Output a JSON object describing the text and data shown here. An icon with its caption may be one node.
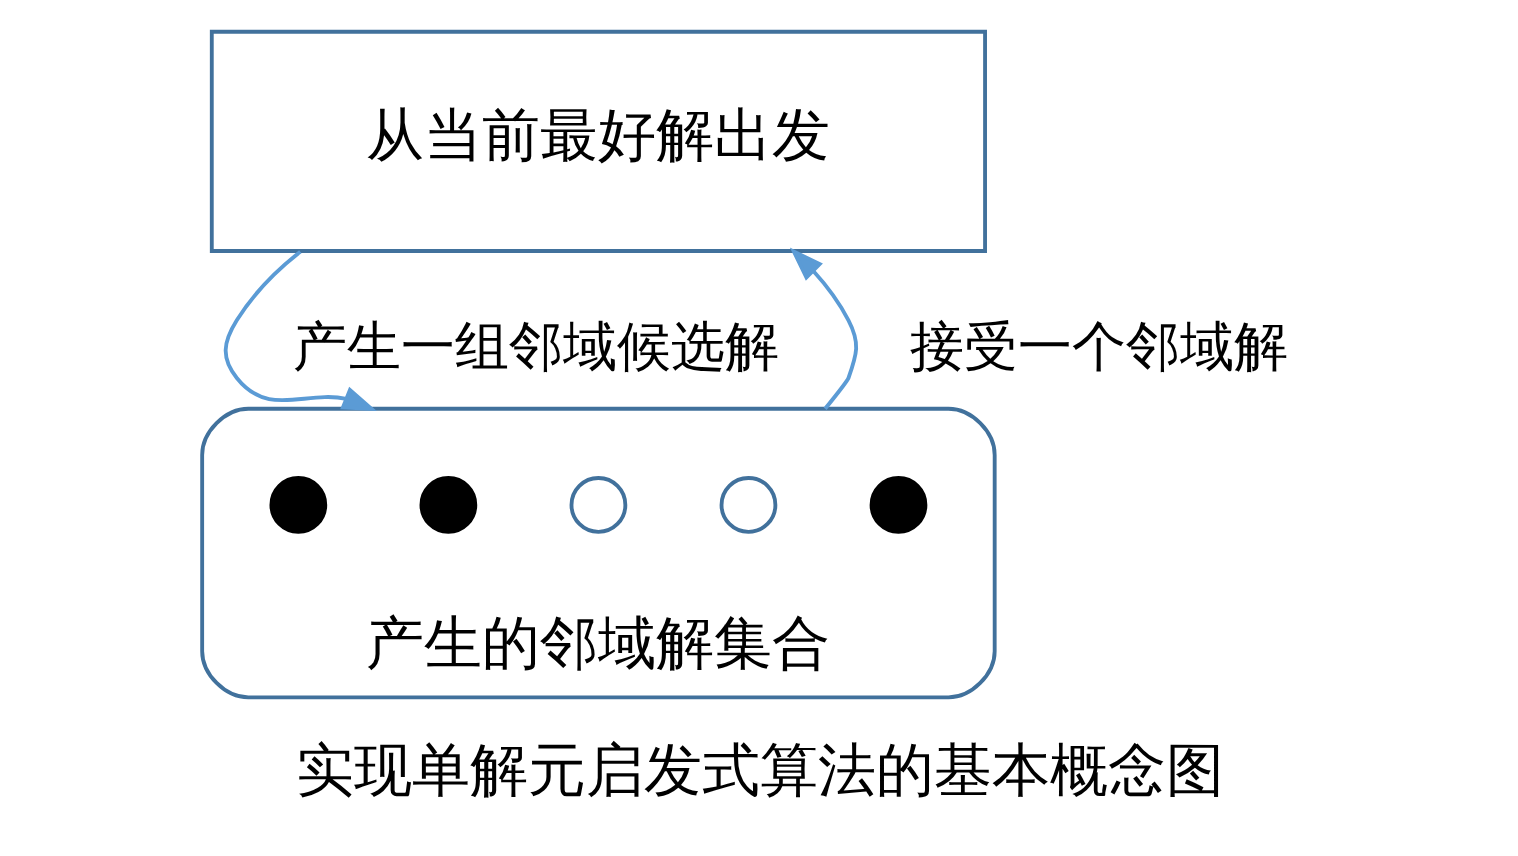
{
  "diagram": {
    "caption": "实现单解元启发式算法的基本概念图",
    "nodes": [
      {
        "text": [
          "从当前最好解出发"
        ]
      },
      {
        "text": [
          "产生的邻域解集合"
        ]
      },
      {
        "text": [],
        "shape": "dot",
        "in": 1
      },
      {
        "text": [],
        "shape": "dot",
        "in": 1
      },
      {
        "text": [],
        "shape": "circle",
        "in": 1
      },
      {
        "text": [],
        "shape": "circle",
        "in": 1
      },
      {
        "text": [],
        "shape": "dot",
        "in": 1
      }
    ],
    "edges": [
      {
        "from": 0,
        "to": 1,
        "arrow": "to",
        "label": "产生一组邻域候选解"
      },
      {
        "from": 1,
        "to": 0,
        "arrow": "to",
        "label": "接受一个邻域解"
      }
    ]
  }
}
